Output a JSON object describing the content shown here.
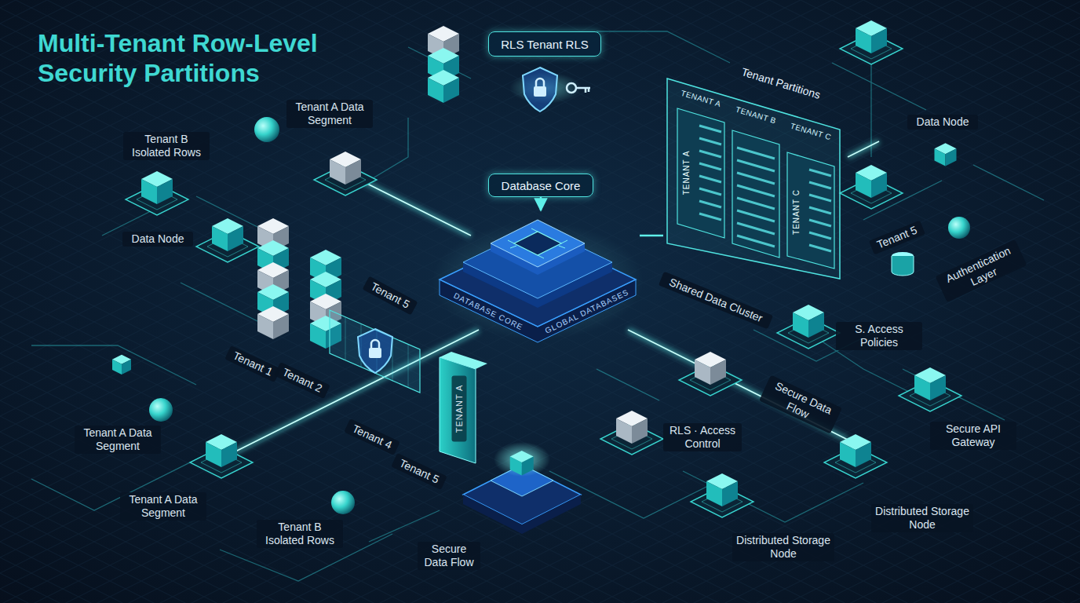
{
  "diagram": {
    "title": "Multi-Tenant Row-Level Security Partitions",
    "nodes": [
      {
        "text": [
          "RLS Tenant RLS"
        ]
      },
      {
        "text": [
          "Database Core"
        ]
      },
      {
        "text": [
          "DATABASE CORE",
          "GLOBAL DATABASES"
        ]
      },
      {
        "text": [
          "Tenant Partitions",
          "TENANT A",
          "TENANT B",
          "TENANT C",
          "TENANT A",
          "TENANT C"
        ]
      }
    ],
    "edges": [
      {
        "from": 1,
        "to": 2,
        "arrow": "to"
      },
      {
        "from": 2,
        "to": 3,
        "arrow": "none"
      }
    ],
    "labels": [
      "Tenant A Data Segment",
      "Tenant B Isolated Rows",
      "Data Node",
      "Data Node",
      "Tenant 5",
      "Authentication Layer",
      "Shared Data Cluster",
      "S. Access Policies",
      "Secure Data Flow",
      "Secure API Gateway",
      "RLS · Access Control",
      "Distributed Storage Node",
      "Distributed Storage Node",
      "Tenant 5",
      "Tenant 1",
      "Tenant 2",
      "Tenant 4",
      "Tenant 5",
      "TENANT A",
      "Tenant A Data Segment",
      "Tenant A Data Segment",
      "Tenant B Isolated Rows",
      "Secure Data Flow"
    ]
  }
}
